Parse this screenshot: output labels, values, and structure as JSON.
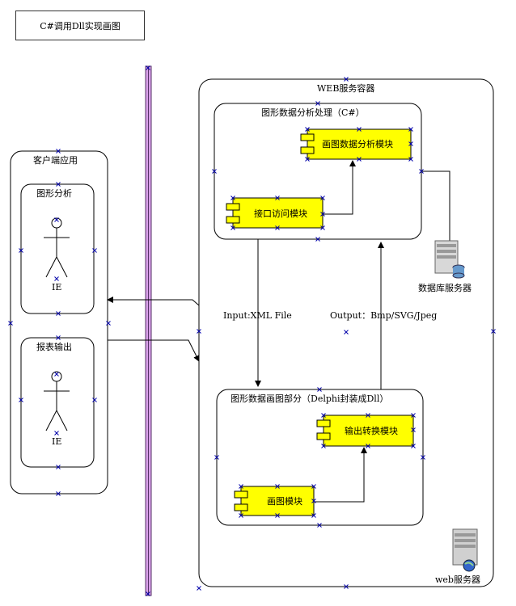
{
  "title": "C#调用Dll实现画图",
  "client": {
    "label": "客户端应用",
    "graph_analysis": {
      "label": "图形分析",
      "actor": "IE"
    },
    "report_output": {
      "label": "报表输出",
      "actor": "IE"
    }
  },
  "web_container": {
    "label": "WEB服务容器",
    "analysis_pkg": {
      "label": "图形数据分析处理（C#）",
      "modules": [
        "画图数据分析模块",
        "接口访问模块"
      ]
    },
    "drawing_pkg": {
      "label": "图形数据画图部分（Delphi封装成Dll）",
      "modules": [
        "输出转换模块",
        "画图模块"
      ]
    },
    "input_label": "Input:XML File",
    "output_label": "Output：Bmp/SVG/Jpeg"
  },
  "db_server": {
    "label": "数据库服务器",
    "icon": "database-server-icon"
  },
  "web_server": {
    "label": "web服务器",
    "icon": "web-server-icon"
  },
  "colors": {
    "module_fill": "#ffff00",
    "bus_fill": "#cc88dd",
    "handle": "#0000aa"
  }
}
